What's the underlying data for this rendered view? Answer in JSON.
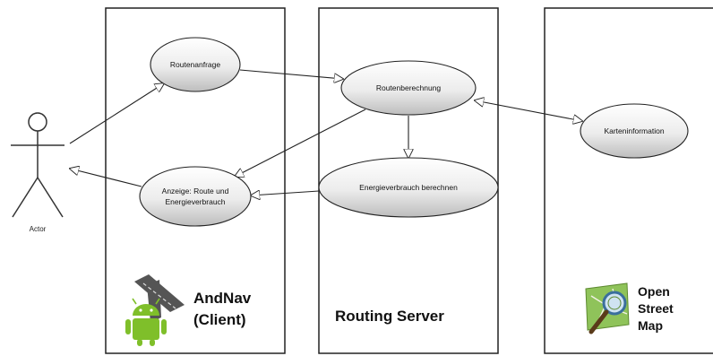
{
  "actor": {
    "label": "Actor"
  },
  "systems": {
    "client": {
      "line1": "AndNav",
      "line2": "(Client)"
    },
    "server": {
      "title": "Routing Server"
    },
    "osm": {
      "line1": "Open",
      "line2": "Street",
      "line3": "Map"
    }
  },
  "usecases": {
    "routenanfrage": "Routenanfrage",
    "routenberechnung": "Routenberechnung",
    "karteninformation": "Karteninformation",
    "anzeige_line1": "Anzeige: Route und",
    "anzeige_line2": "Energieverbrauch",
    "energieverbrauch": "Energieverbrauch berechnen"
  },
  "colors": {
    "line": "#222222",
    "ellipse_top": "#ffffff",
    "ellipse_bottom": "#c8c8c8",
    "android_green": "#7fbf2a",
    "road_gray": "#555555",
    "osm_green": "#8fc35a",
    "osm_lens": "#3a6f9c"
  }
}
